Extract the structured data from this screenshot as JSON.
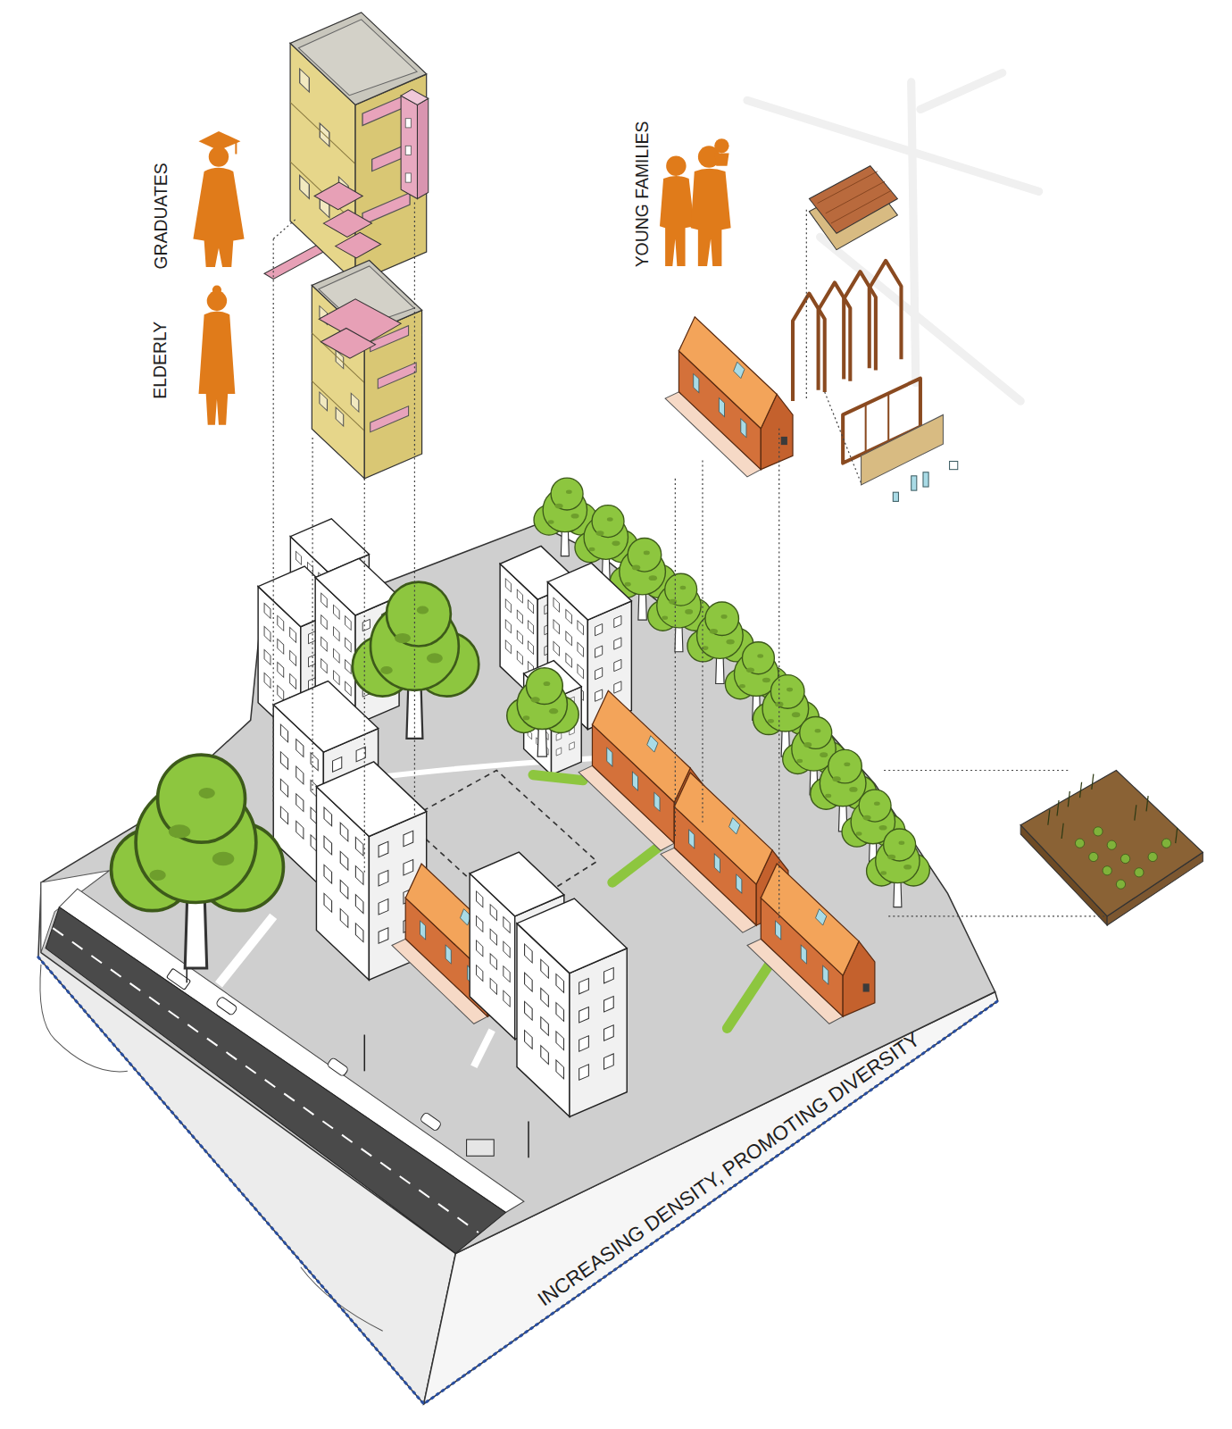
{
  "diagram": {
    "labels": [
      "GRADUATES",
      "ELDERLY",
      "YOUNG FAMILIES",
      "INCREASING DENSITY, PROMOTING DIVERSITY"
    ]
  }
}
